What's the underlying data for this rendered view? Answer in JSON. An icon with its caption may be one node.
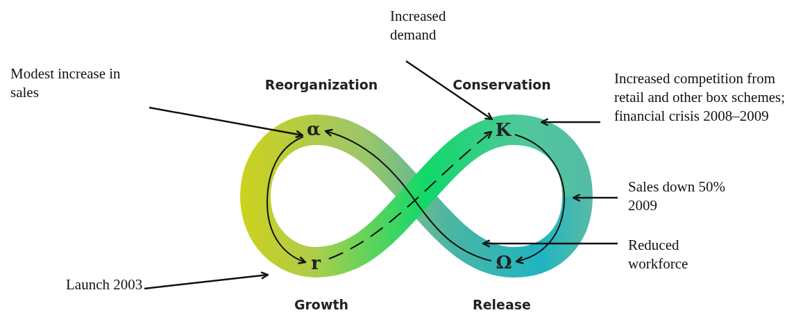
{
  "diagram": {
    "nodes": [
      {
        "text": [],
        "shape": "band"
      },
      {
        "text": [
          "α"
        ],
        "in": 0
      },
      {
        "text": [
          "K"
        ],
        "in": 0
      },
      {
        "text": [
          "r"
        ],
        "in": 0
      },
      {
        "text": [
          "Ω"
        ],
        "in": 0
      },
      {
        "text": [
          "Increased demand"
        ]
      },
      {
        "text": [
          "Modest increase in sales"
        ]
      },
      {
        "text": [
          "Increased competition from retail and other box schemes; financial crisis 2008–2009"
        ]
      },
      {
        "text": [
          "Sales down 50% 2009"
        ]
      },
      {
        "text": [
          "Reduced workforce"
        ]
      },
      {
        "text": [
          "Launch 2003"
        ]
      }
    ],
    "edges": [
      {
        "from": 3,
        "to": 2,
        "arrow": "to",
        "style": "dashed"
      },
      {
        "from": 2,
        "to": 4,
        "arrow": "to"
      },
      {
        "from": 4,
        "to": 1,
        "arrow": "to"
      },
      {
        "from": 1,
        "to": 3,
        "arrow": "to"
      },
      {
        "from": 5,
        "to": 2,
        "arrow": "to"
      },
      {
        "from": 6,
        "to": 1,
        "arrow": "to"
      },
      {
        "from": 7,
        "to": 0,
        "arrow": "to"
      },
      {
        "from": 8,
        "to": 0,
        "arrow": "to"
      },
      {
        "from": 9,
        "to": 0,
        "arrow": "to"
      },
      {
        "from": 10,
        "to": 0,
        "arrow": "to"
      }
    ],
    "labels": [
      "Reorganization",
      "Conservation",
      "Growth",
      "Release"
    ]
  }
}
